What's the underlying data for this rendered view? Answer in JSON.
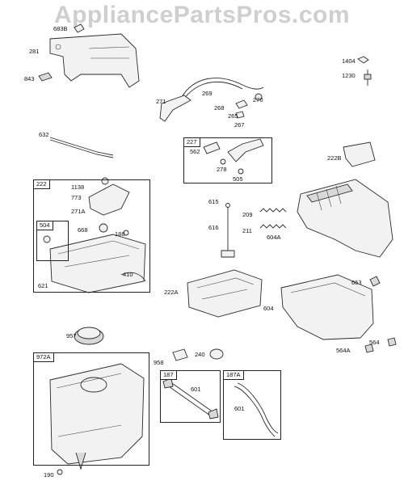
{
  "watermark": "AppliancePartsPros.com",
  "boxes": {
    "b227": "227",
    "b222": "222",
    "b504": "504",
    "b972A": "972A",
    "b187": "187",
    "b187A": "187A"
  },
  "labels": {
    "l683B": "683B",
    "l281": "281",
    "l843": "843",
    "l1404": "1404",
    "l1230": "1230",
    "l269": "269",
    "l271": "271",
    "l268": "268",
    "l270": "270",
    "l265": "265",
    "l267": "267",
    "l632": "632",
    "l562": "562",
    "l278": "278",
    "l505": "505",
    "l222B": "222B",
    "l1138": "1138",
    "l773": "773",
    "l271A": "271A",
    "l668": "668",
    "l188": "188",
    "l410": "410",
    "l621": "621",
    "l615": "615",
    "l616": "616",
    "l209": "209",
    "l211": "211",
    "l604A": "604A",
    "l222A": "222A",
    "l663": "663",
    "l604": "604",
    "l564": "564",
    "l564A": "564A",
    "l957": "957",
    "l958": "958",
    "l240": "240",
    "l601a": "601",
    "l601b": "601",
    "l190": "190"
  }
}
